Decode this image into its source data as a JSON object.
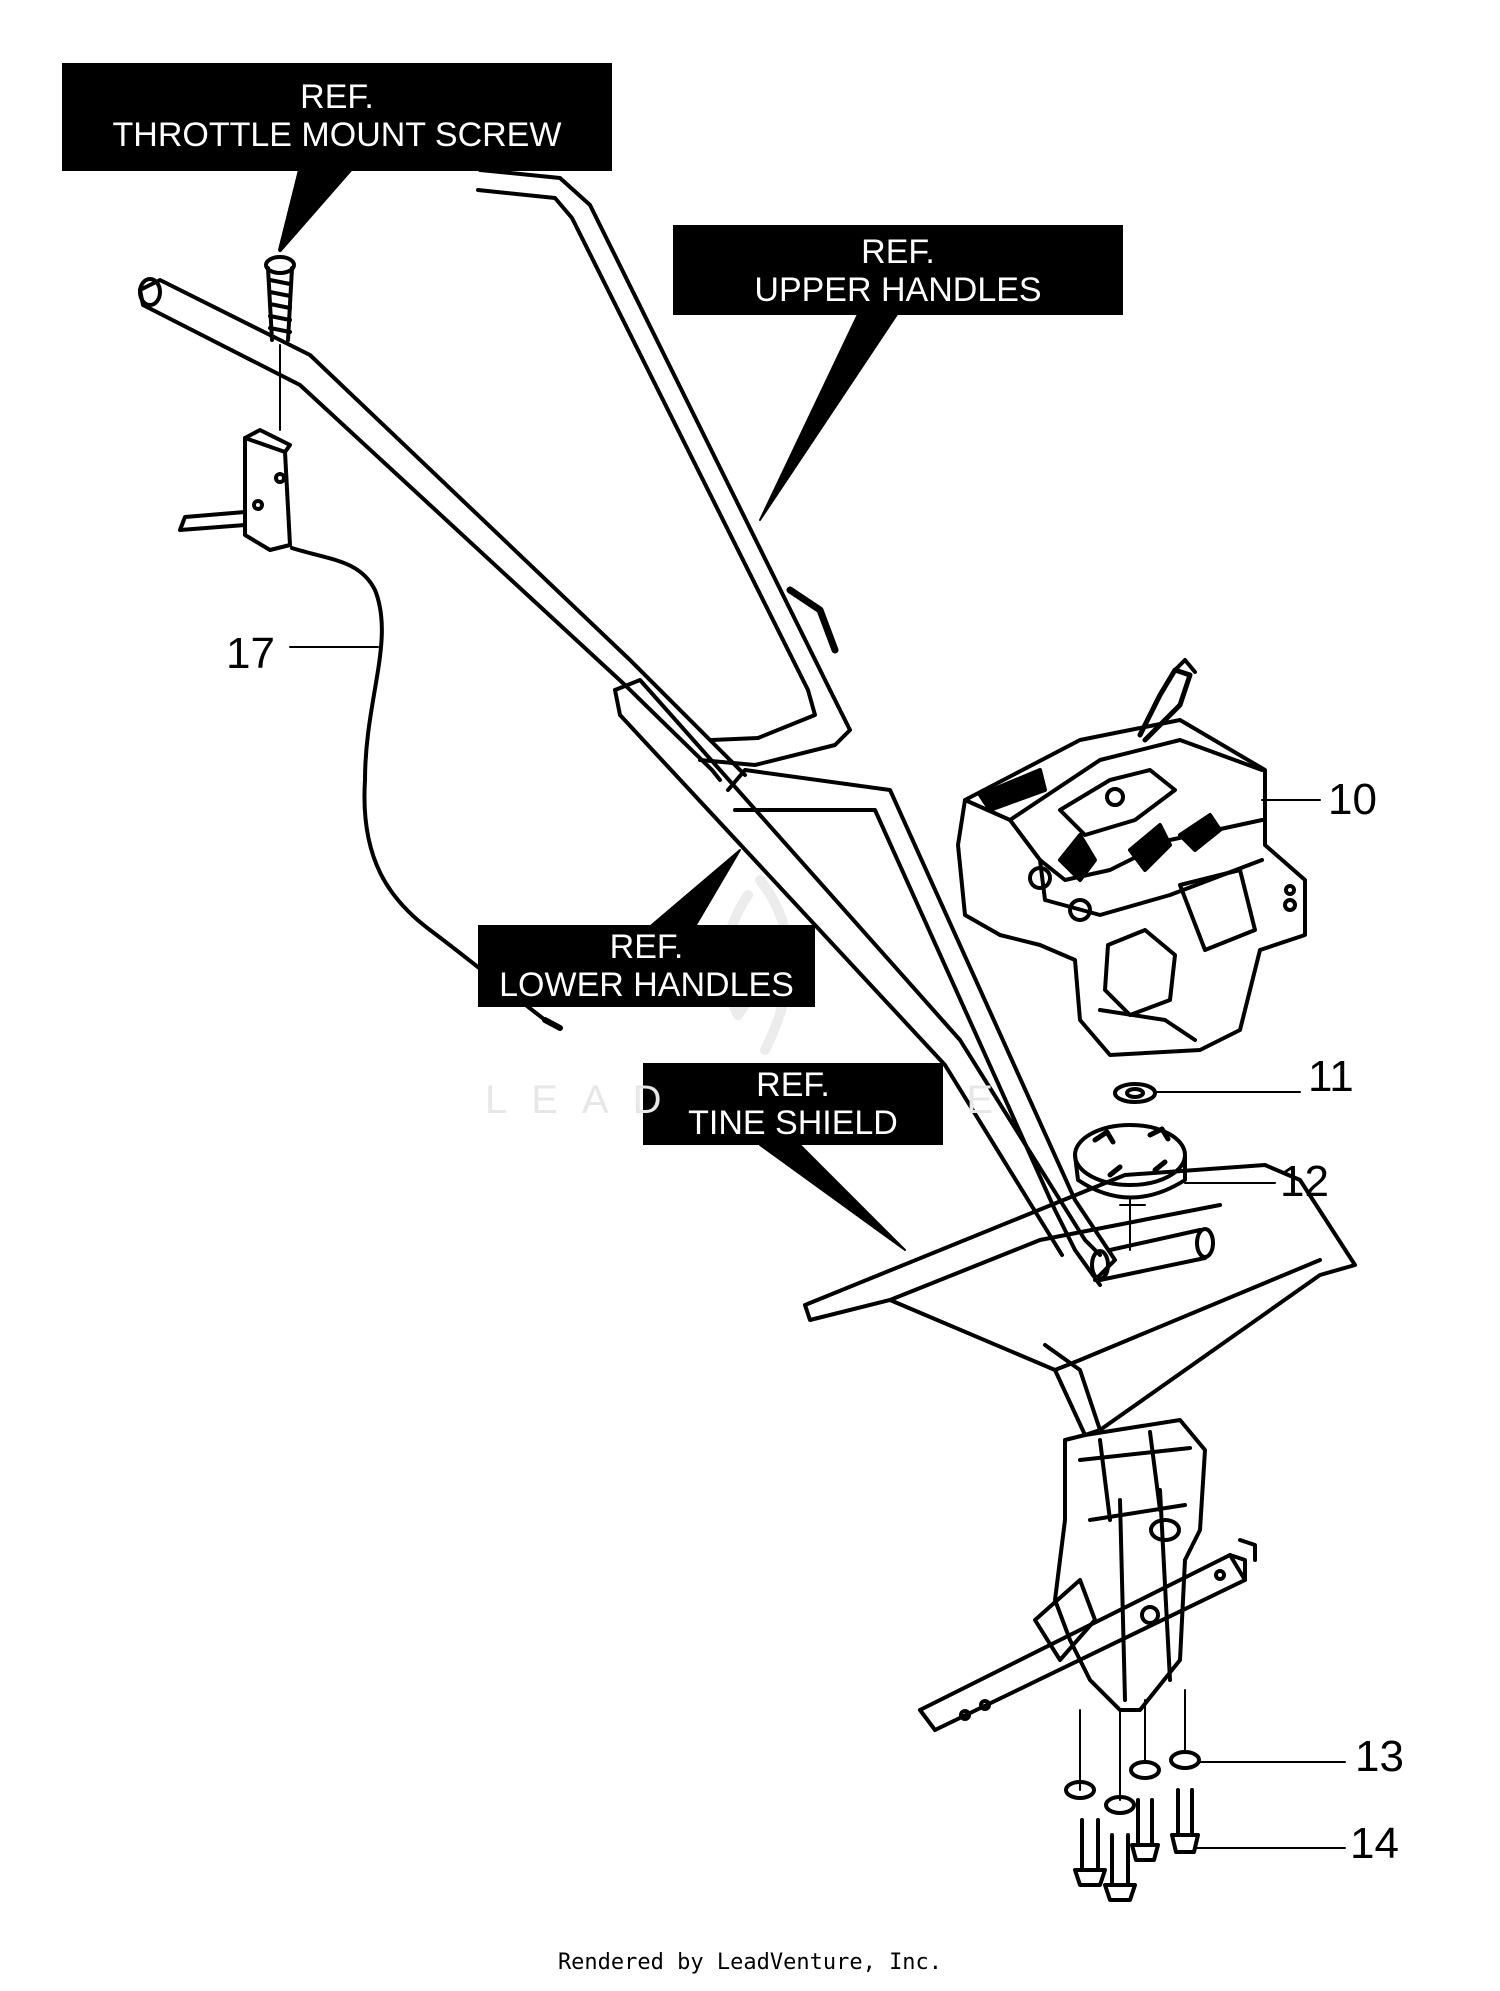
{
  "labels": {
    "throttle_ref": "REF.",
    "throttle_name": "THROTTLE MOUNT SCREW",
    "upper_ref": "REF.",
    "upper_name": "UPPER HANDLES",
    "lower_ref": "REF.",
    "lower_name": "LOWER HANDLES",
    "tine_ref": "REF.",
    "tine_name": "TINE SHIELD"
  },
  "callouts": [
    "10",
    "11",
    "12",
    "13",
    "14",
    "17"
  ],
  "watermark": "LEAD        E",
  "footer": "Rendered by LeadVenture, Inc.",
  "colors": {
    "ink": "#000000",
    "paper": "#ffffff",
    "watermark": "#e7e7e7"
  }
}
